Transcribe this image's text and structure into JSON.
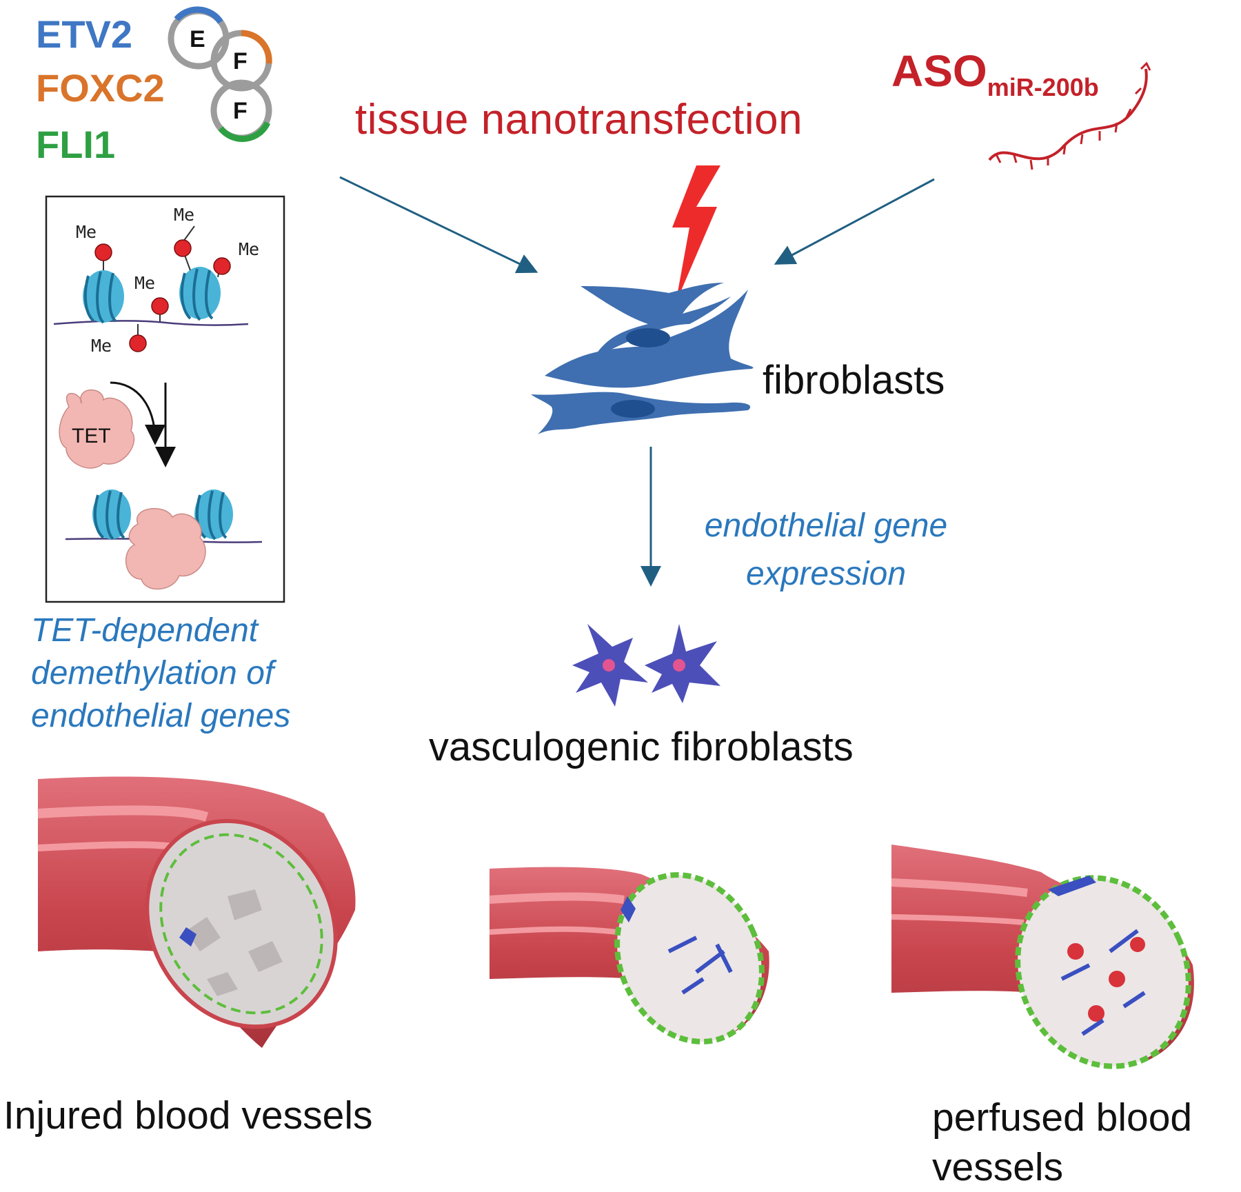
{
  "factors": {
    "etv2": "ETV2",
    "foxc2": "FOXC2",
    "fli1": "FLI1",
    "plasmid_e": "E",
    "plasmid_f1": "F",
    "plasmid_f2": "F"
  },
  "delivery": {
    "method": "tissue nanotransfection",
    "aso_main": "ASO",
    "aso_sub": "miR-200b"
  },
  "inset": {
    "methyl_label": "Me",
    "tet_label": "TET",
    "caption_line1": "TET-dependent",
    "caption_line2": "demethylation of",
    "caption_line3": "endothelial genes"
  },
  "flow": {
    "fibroblasts": "fibroblasts",
    "process_line1": "endothelial gene",
    "process_line2": "expression",
    "result": "vasculogenic fibroblasts"
  },
  "vessels": {
    "injured": "Injured blood vessels",
    "perfused_line1": "perfused blood",
    "perfused_line2": "vessels"
  },
  "colors": {
    "etv2": "#3f77c4",
    "foxc2": "#d9742a",
    "fli1": "#2ea043",
    "red": "#c42129",
    "fibroblast": "#3f6fb0",
    "arrow": "#205f82",
    "vessel": "#c9454d"
  }
}
